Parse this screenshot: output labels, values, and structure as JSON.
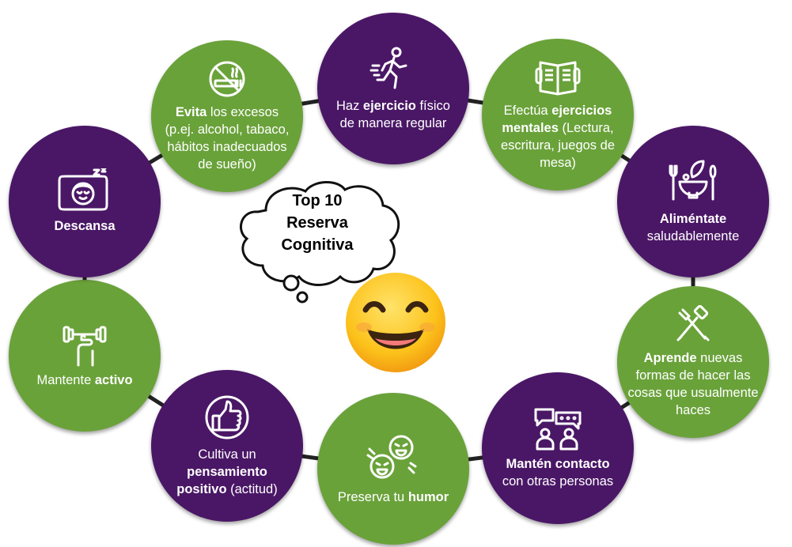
{
  "cloud": {
    "lines": [
      "Top 10",
      "Reserva",
      "Cognitiva"
    ]
  },
  "colors": {
    "purple": "#4a1766",
    "green": "#6aa23a",
    "ring": "#222222"
  },
  "items": [
    {
      "id": "ejercicio",
      "icon": "running-person-icon",
      "color": "purple",
      "parts": [
        {
          "t": "Haz ",
          "b": false
        },
        {
          "t": "ejercicio",
          "b": true
        },
        {
          "t": " físico de manera regular",
          "b": false
        }
      ]
    },
    {
      "id": "mentales",
      "icon": "open-book-icon",
      "color": "green",
      "parts": [
        {
          "t": "Efectúa ",
          "b": false
        },
        {
          "t": "ejercicios mentales",
          "b": true
        },
        {
          "t": " (Lectura, escritura, juegos de mesa)",
          "b": false
        }
      ]
    },
    {
      "id": "alimentate",
      "icon": "salad-bowl-icon",
      "color": "purple",
      "parts": [
        {
          "t": "Aliméntate",
          "b": true
        },
        {
          "t": " saludablemente",
          "b": false
        }
      ]
    },
    {
      "id": "aprende",
      "icon": "tools-icon",
      "color": "green",
      "parts": [
        {
          "t": "Aprende",
          "b": true
        },
        {
          "t": " nuevas formas de hacer las cosas que usualmente haces",
          "b": false
        }
      ]
    },
    {
      "id": "contacto",
      "icon": "chat-people-icon",
      "color": "purple",
      "parts": [
        {
          "t": "Mantén contacto",
          "b": true
        },
        {
          "t": " con otras personas",
          "b": false
        }
      ]
    },
    {
      "id": "humor",
      "icon": "laughing-faces-icon",
      "color": "green",
      "parts": [
        {
          "t": "Preserva tu ",
          "b": false
        },
        {
          "t": "humor",
          "b": true
        }
      ]
    },
    {
      "id": "positivo",
      "icon": "thumbs-up-icon",
      "color": "purple",
      "parts": [
        {
          "t": "Cultiva un ",
          "b": false
        },
        {
          "t": "pensamiento positivo",
          "b": true
        },
        {
          "t": " (actitud)",
          "b": false
        }
      ]
    },
    {
      "id": "activo",
      "icon": "dumbbell-icon",
      "color": "green",
      "parts": [
        {
          "t": "Mantente ",
          "b": false
        },
        {
          "t": "activo",
          "b": true
        }
      ]
    },
    {
      "id": "descansa",
      "icon": "sleeping-face-icon",
      "color": "purple",
      "parts": [
        {
          "t": "Descansa",
          "b": true
        }
      ]
    },
    {
      "id": "excesos",
      "icon": "no-smoking-icon",
      "color": "green",
      "parts": [
        {
          "t": "Evita",
          "b": true
        },
        {
          "t": " los excesos (p.ej. alcohol, tabaco, hábitos inadecuados de sueño)",
          "b": false
        }
      ]
    }
  ]
}
